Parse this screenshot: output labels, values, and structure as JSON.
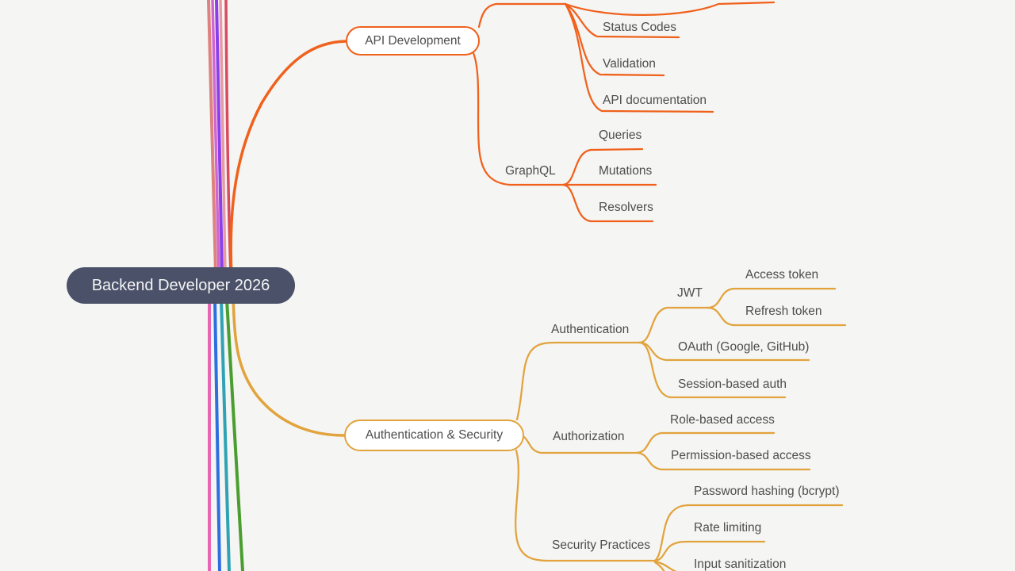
{
  "palette": {
    "bg": "#f5f5f3",
    "orange": "#f0611c",
    "amber": "#e2a33c",
    "root-bg": "#4a5168",
    "root-text": "#f4f4f5",
    "label-text": "#4d4d4d",
    "node-bg": "#ffffff",
    "rose": "#dd8181",
    "orchid": "#d066d0",
    "violet": "#8a3fe8",
    "pink-light": "#e59aa4",
    "crimson": "#da4a5f",
    "pink": "#e765b2",
    "blue": "#2e6fe0",
    "teal": "#2fa3b5",
    "green": "#4a9e2f"
  },
  "root": {
    "label": "Backend Developer 2026"
  },
  "api": {
    "label": "API Development",
    "rest": {
      "children": [
        "Status Codes",
        "Validation",
        "API documentation"
      ]
    },
    "graphql": {
      "label": "GraphQL",
      "children": [
        "Queries",
        "Mutations",
        "Resolvers"
      ]
    }
  },
  "auth": {
    "label": "Authentication & Security",
    "authentication": {
      "label": "Authentication",
      "jwt": {
        "label": "JWT",
        "children": [
          "Access token",
          "Refresh token"
        ]
      },
      "items": [
        "OAuth (Google, GitHub)",
        "Session-based auth"
      ]
    },
    "authorization": {
      "label": "Authorization",
      "items": [
        "Role-based access",
        "Permission-based access"
      ]
    },
    "security": {
      "label": "Security Practices",
      "items": [
        "Password hashing (bcrypt)",
        "Rate limiting",
        "Input sanitization"
      ]
    }
  }
}
